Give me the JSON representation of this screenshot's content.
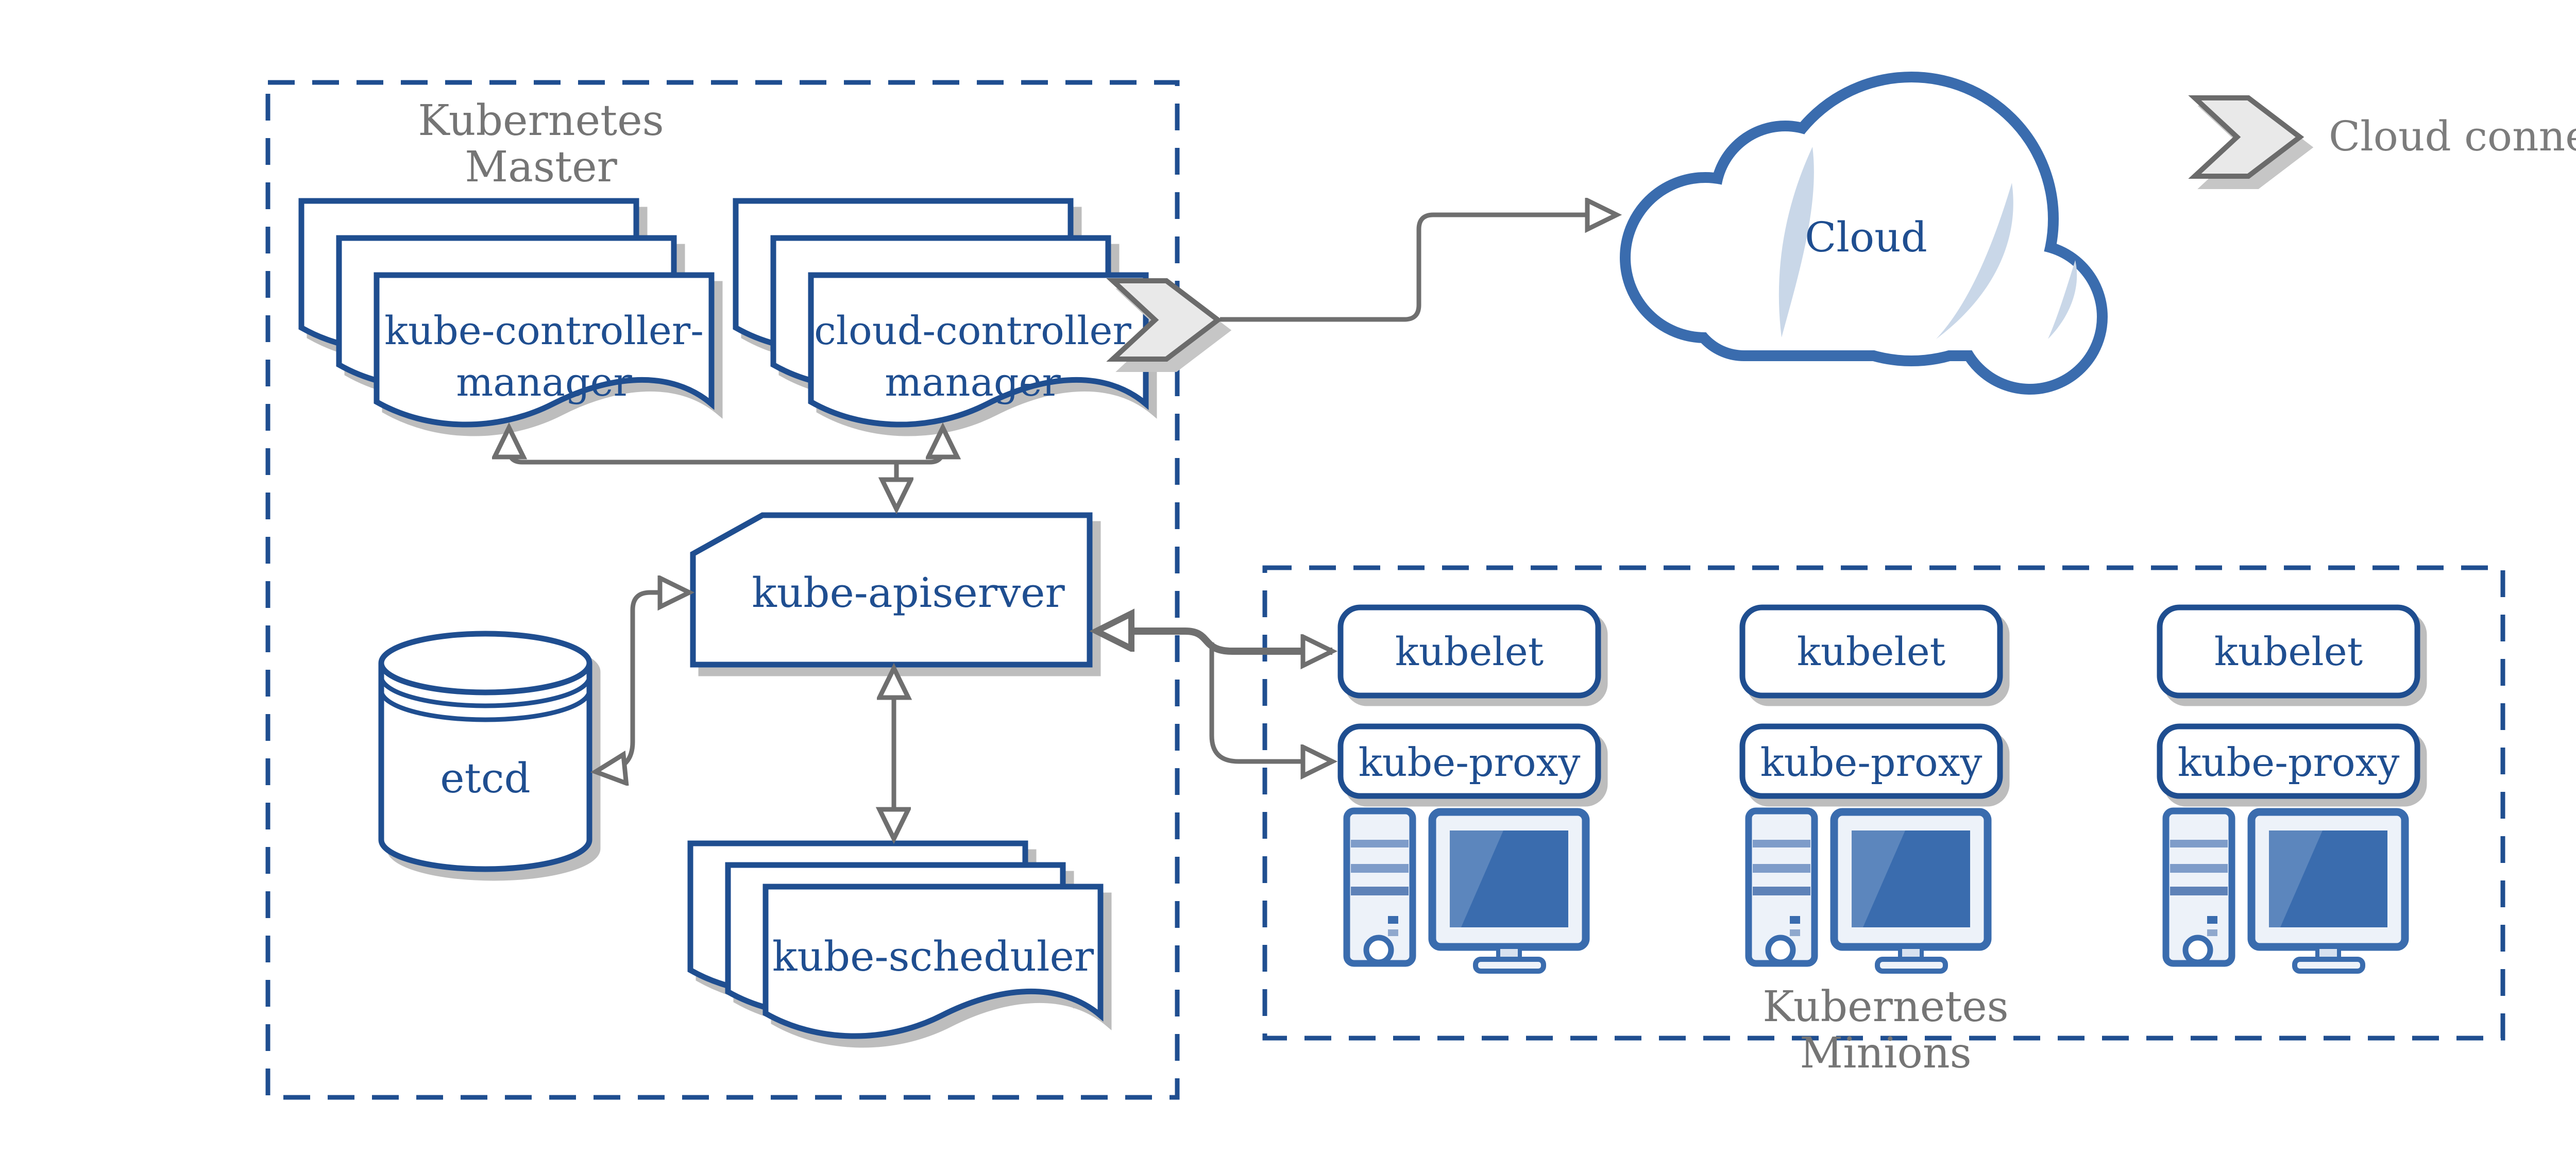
{
  "colors": {
    "primary_blue": "#1F4E90",
    "cloud_blue": "#3A6CAE",
    "highlight_blue": "#C9D7E8",
    "line_gray": "#6F6F6F",
    "title_gray": "#757575",
    "shadow_gray": "#BDBDBD"
  },
  "master": {
    "title_line1": "Kubernetes",
    "title_line2": "Master",
    "kube_controller_manager": {
      "line1": "kube-controller-",
      "line2": "manager"
    },
    "cloud_controller_manager": {
      "line1": "cloud-controller",
      "line2": "manager"
    },
    "kube_apiserver": {
      "label": "kube-apiserver"
    },
    "etcd": {
      "label": "etcd"
    },
    "kube_scheduler": {
      "label": "kube-scheduler"
    }
  },
  "cloud": {
    "label": "Cloud"
  },
  "legend": {
    "cloud_connector_label": "Cloud connector"
  },
  "minions": {
    "title_line1": "Kubernetes",
    "title_line2": "Minions",
    "nodes": [
      {
        "kubelet": "kubelet",
        "kube_proxy": "kube-proxy"
      },
      {
        "kubelet": "kubelet",
        "kube_proxy": "kube-proxy"
      },
      {
        "kubelet": "kubelet",
        "kube_proxy": "kube-proxy"
      }
    ]
  }
}
